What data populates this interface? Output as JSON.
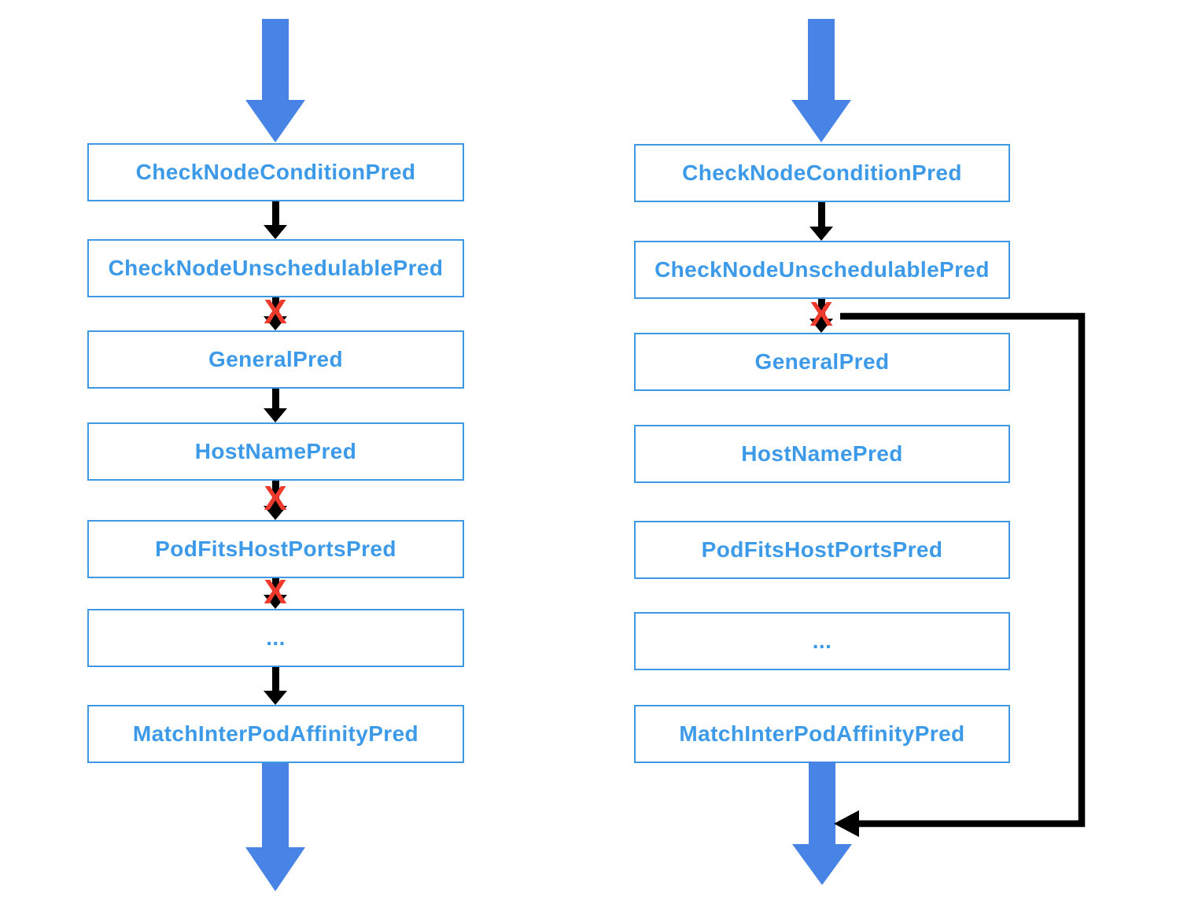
{
  "colors": {
    "box_border": "#3E98E2",
    "box_text": "#3D9AE8",
    "flow_arrow": "#4784E6",
    "connector": "#000000",
    "fail_x": "#ED3A2D"
  },
  "fail_marker": "X",
  "flows": {
    "left": {
      "nodes": [
        "CheckNodeConditionPred",
        "CheckNodeUnschedulablePred",
        "GeneralPred",
        "HostNamePred",
        "PodFitsHostPortsPred",
        "...",
        "MatchInterPodAffinityPred"
      ]
    },
    "right": {
      "nodes": [
        "CheckNodeConditionPred",
        "CheckNodeUnschedulablePred",
        "GeneralPred",
        "HostNamePred",
        "PodFitsHostPortsPred",
        "...",
        "MatchInterPodAffinityPred"
      ]
    }
  }
}
